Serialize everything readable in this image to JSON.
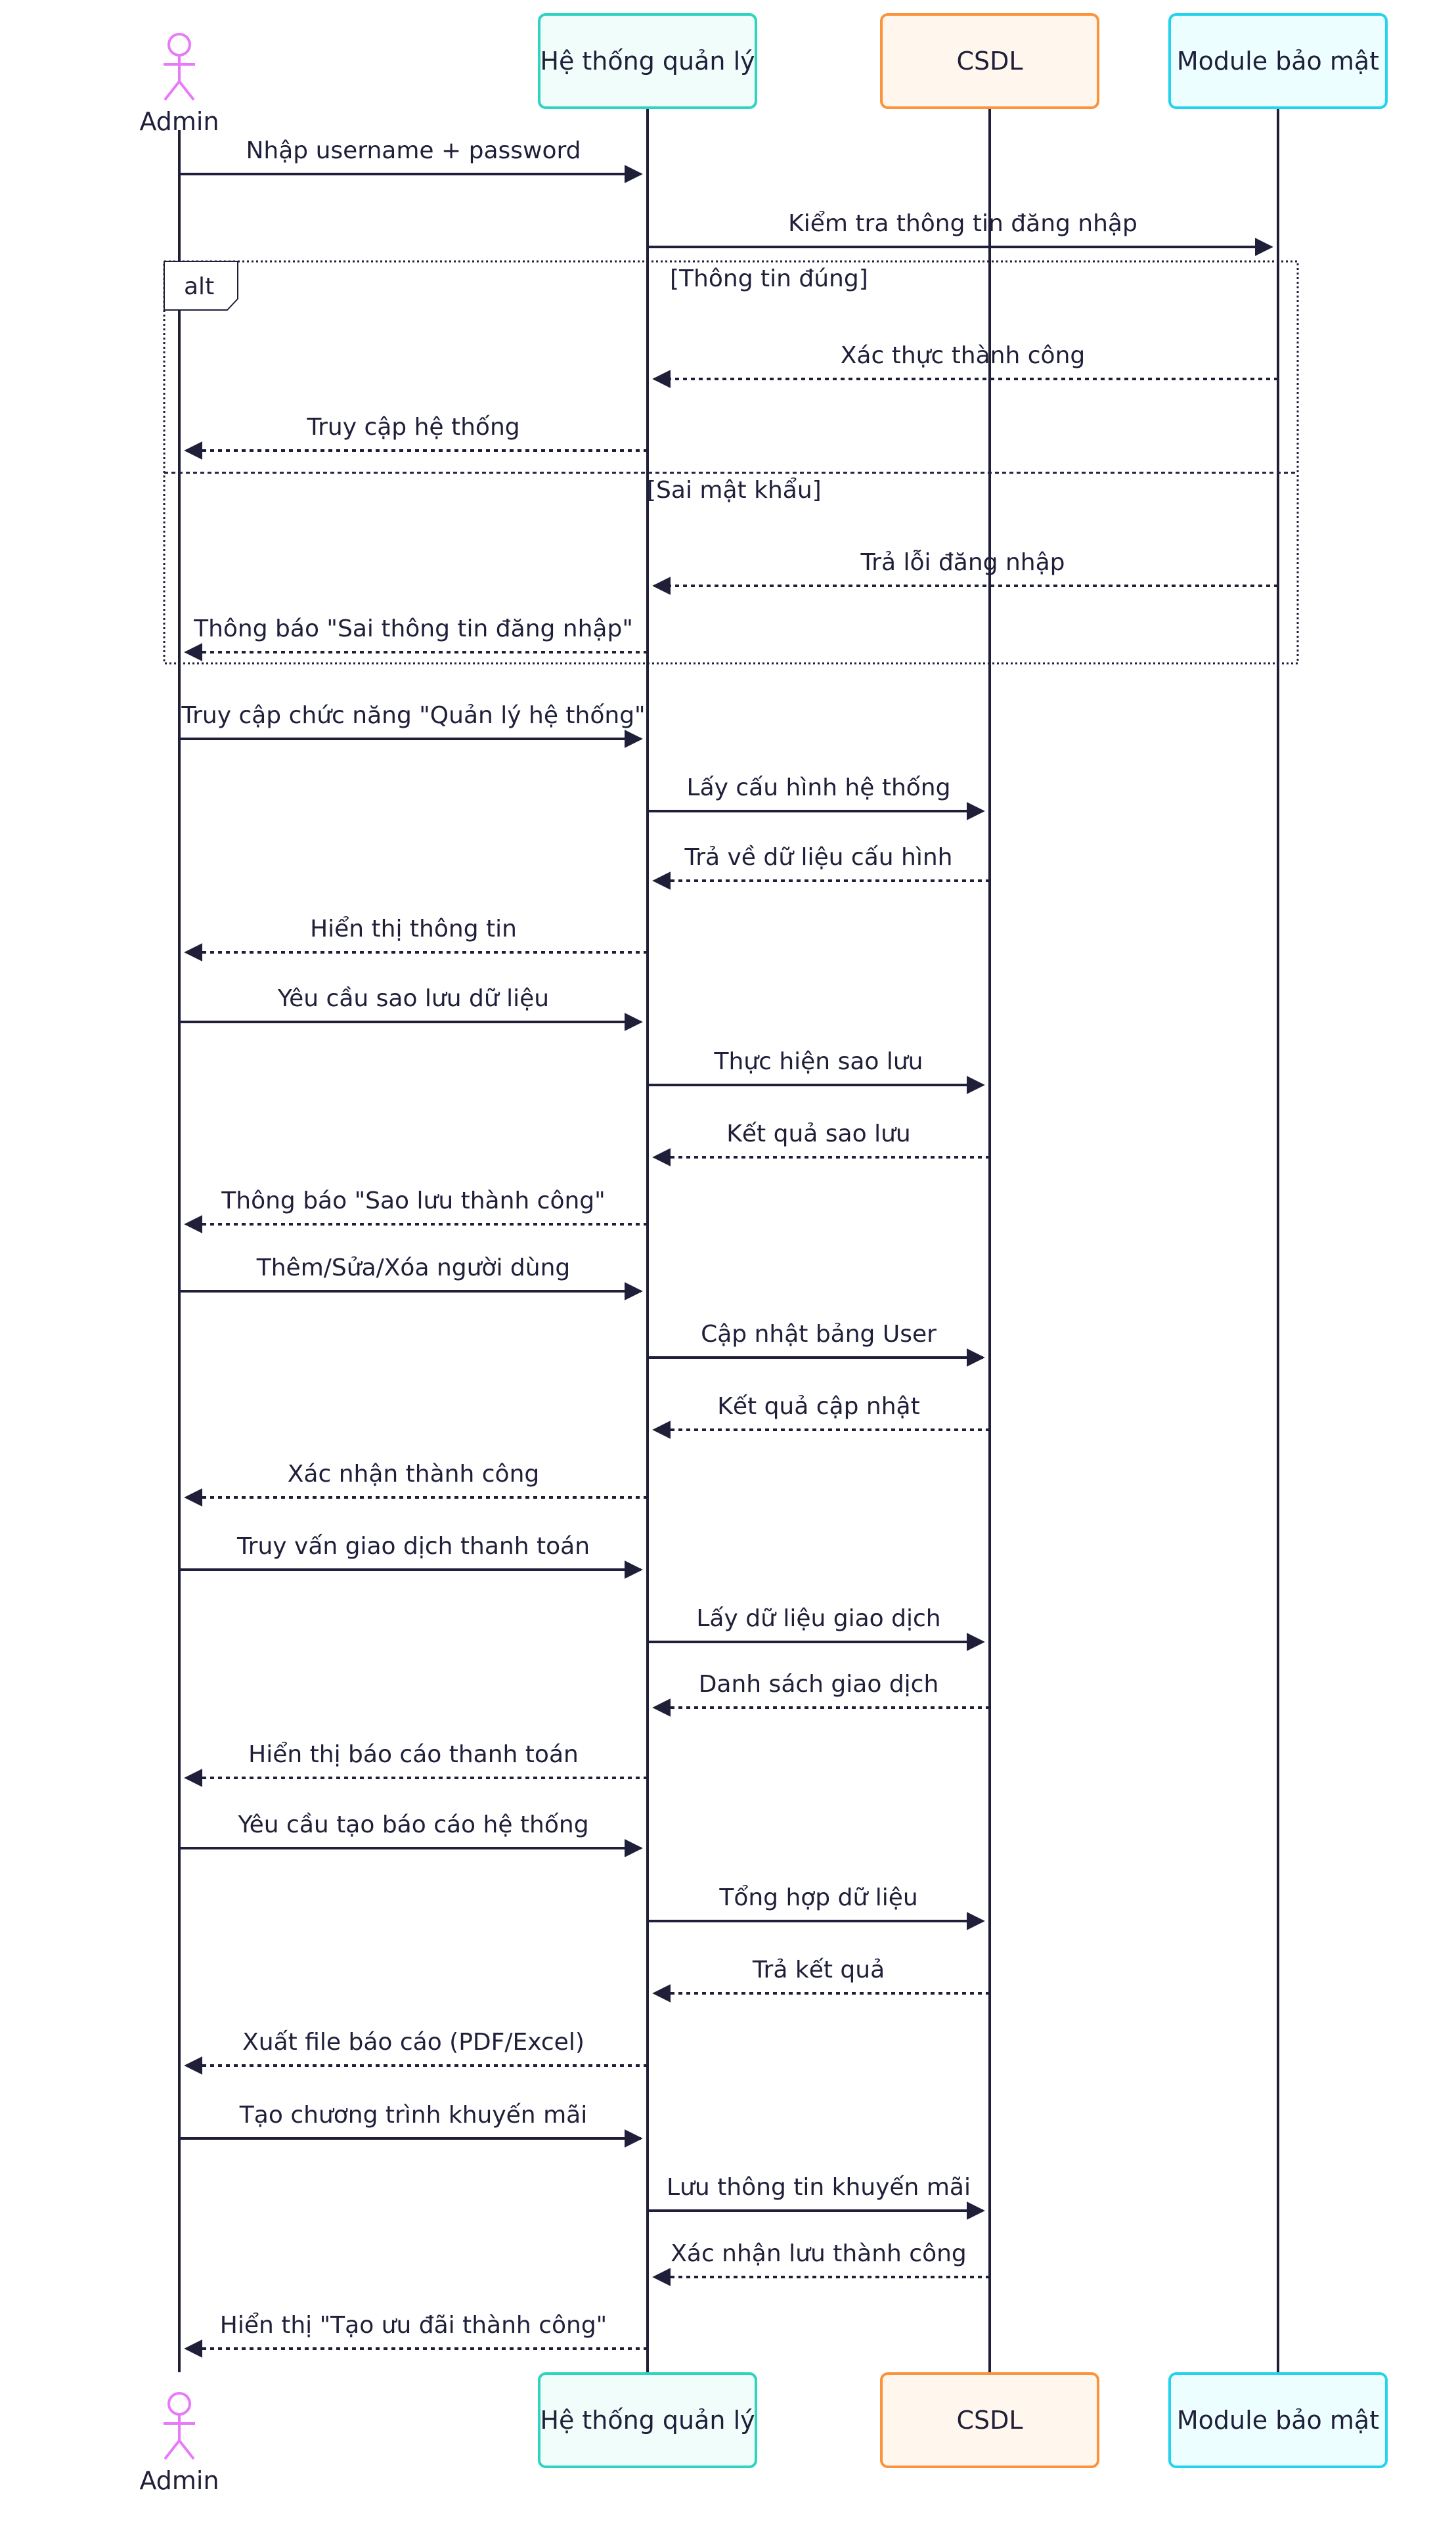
{
  "participants": [
    {
      "id": "admin",
      "label": "Admin",
      "kind": "actor",
      "color": "#e879f9"
    },
    {
      "id": "system",
      "label": "Hệ thống quản lý",
      "kind": "box",
      "stroke": "#2dd4bf",
      "fill": "#f0fdfa"
    },
    {
      "id": "db",
      "label": "CSDL",
      "kind": "box",
      "stroke": "#fb923c",
      "fill": "#fff7ed"
    },
    {
      "id": "security",
      "label": "Module bảo mật",
      "kind": "box",
      "stroke": "#22d3ee",
      "fill": "#ecfeff"
    }
  ],
  "messages": [
    {
      "from": "admin",
      "to": "system",
      "text": "Nhập username + password",
      "style": "solid"
    },
    {
      "from": "system",
      "to": "security",
      "text": "Kiểm tra thông tin đăng nhập",
      "style": "solid"
    },
    {
      "from": "security",
      "to": "system",
      "text": "Xác thực thành công",
      "style": "dashed"
    },
    {
      "from": "system",
      "to": "admin",
      "text": "Truy cập hệ thống",
      "style": "dashed"
    },
    {
      "from": "security",
      "to": "system",
      "text": "Trả lỗi đăng nhập",
      "style": "dashed"
    },
    {
      "from": "system",
      "to": "admin",
      "text": "Thông báo \"Sai thông tin đăng nhập\"",
      "style": "dashed"
    },
    {
      "from": "admin",
      "to": "system",
      "text": "Truy cập chức năng \"Quản lý hệ thống\"",
      "style": "solid"
    },
    {
      "from": "system",
      "to": "db",
      "text": "Lấy cấu hình hệ thống",
      "style": "solid"
    },
    {
      "from": "db",
      "to": "system",
      "text": "Trả về dữ liệu cấu hình",
      "style": "dashed"
    },
    {
      "from": "system",
      "to": "admin",
      "text": "Hiển thị thông tin",
      "style": "dashed"
    },
    {
      "from": "admin",
      "to": "system",
      "text": "Yêu cầu sao lưu dữ liệu",
      "style": "solid"
    },
    {
      "from": "system",
      "to": "db",
      "text": "Thực hiện sao lưu",
      "style": "solid"
    },
    {
      "from": "db",
      "to": "system",
      "text": "Kết quả sao lưu",
      "style": "dashed"
    },
    {
      "from": "system",
      "to": "admin",
      "text": "Thông báo \"Sao lưu thành công\"",
      "style": "dashed"
    },
    {
      "from": "admin",
      "to": "system",
      "text": "Thêm/Sửa/Xóa người dùng",
      "style": "solid"
    },
    {
      "from": "system",
      "to": "db",
      "text": "Cập nhật bảng User",
      "style": "solid"
    },
    {
      "from": "db",
      "to": "system",
      "text": "Kết quả cập nhật",
      "style": "dashed"
    },
    {
      "from": "system",
      "to": "admin",
      "text": "Xác nhận thành công",
      "style": "dashed"
    },
    {
      "from": "admin",
      "to": "system",
      "text": "Truy vấn giao dịch thanh toán",
      "style": "solid"
    },
    {
      "from": "system",
      "to": "db",
      "text": "Lấy dữ liệu giao dịch",
      "style": "solid"
    },
    {
      "from": "db",
      "to": "system",
      "text": "Danh sách giao dịch",
      "style": "dashed"
    },
    {
      "from": "system",
      "to": "admin",
      "text": "Hiển thị báo cáo thanh toán",
      "style": "dashed"
    },
    {
      "from": "admin",
      "to": "system",
      "text": "Yêu cầu tạo báo cáo hệ thống",
      "style": "solid"
    },
    {
      "from": "system",
      "to": "db",
      "text": "Tổng hợp dữ liệu",
      "style": "solid"
    },
    {
      "from": "db",
      "to": "system",
      "text": "Trả kết quả",
      "style": "dashed"
    },
    {
      "from": "system",
      "to": "admin",
      "text": "Xuất file báo cáo (PDF/Excel)",
      "style": "dashed"
    },
    {
      "from": "admin",
      "to": "system",
      "text": "Tạo chương trình khuyến mãi",
      "style": "solid"
    },
    {
      "from": "system",
      "to": "db",
      "text": "Lưu thông tin khuyến mãi",
      "style": "solid"
    },
    {
      "from": "db",
      "to": "system",
      "text": "Xác nhận lưu thành công",
      "style": "dashed"
    },
    {
      "from": "system",
      "to": "admin",
      "text": "Hiển thị \"Tạo ưu đãi thành công\"",
      "style": "dashed"
    }
  ],
  "alt_fragment": {
    "label": "alt",
    "branches": [
      {
        "guard": "[Thông tin đúng]"
      },
      {
        "guard": "[Sai mật khẩu]"
      }
    ]
  },
  "colors": {
    "line": "#1f1f3a",
    "alt_border": "#1f1f3a"
  }
}
